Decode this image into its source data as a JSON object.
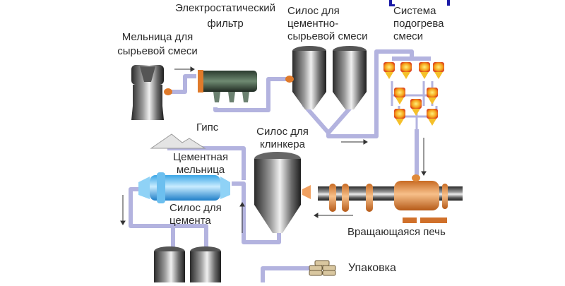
{
  "diagram": {
    "title_fragment_color": "#1a1aa6",
    "pipe_color": "#b3b3df",
    "labels": {
      "electrostatic_filter": [
        "Электростатический",
        "фильтр"
      ],
      "raw_mill": [
        "Мельница для",
        "сырьевой смеси"
      ],
      "raw_silo": [
        "Силос для",
        "цементно-",
        "сырьевой смеси"
      ],
      "preheater": [
        "Система",
        "подогрева",
        "смеси"
      ],
      "gypsum": "Гипс",
      "clinker_silo": [
        "Силос для",
        "клинкера"
      ],
      "cement_mill": [
        "Цементная",
        "мельница"
      ],
      "cement_silo": [
        "Силос для",
        "цемента"
      ],
      "rotary_kiln": "Вращающаяся печь",
      "packaging": "Упаковка"
    }
  }
}
